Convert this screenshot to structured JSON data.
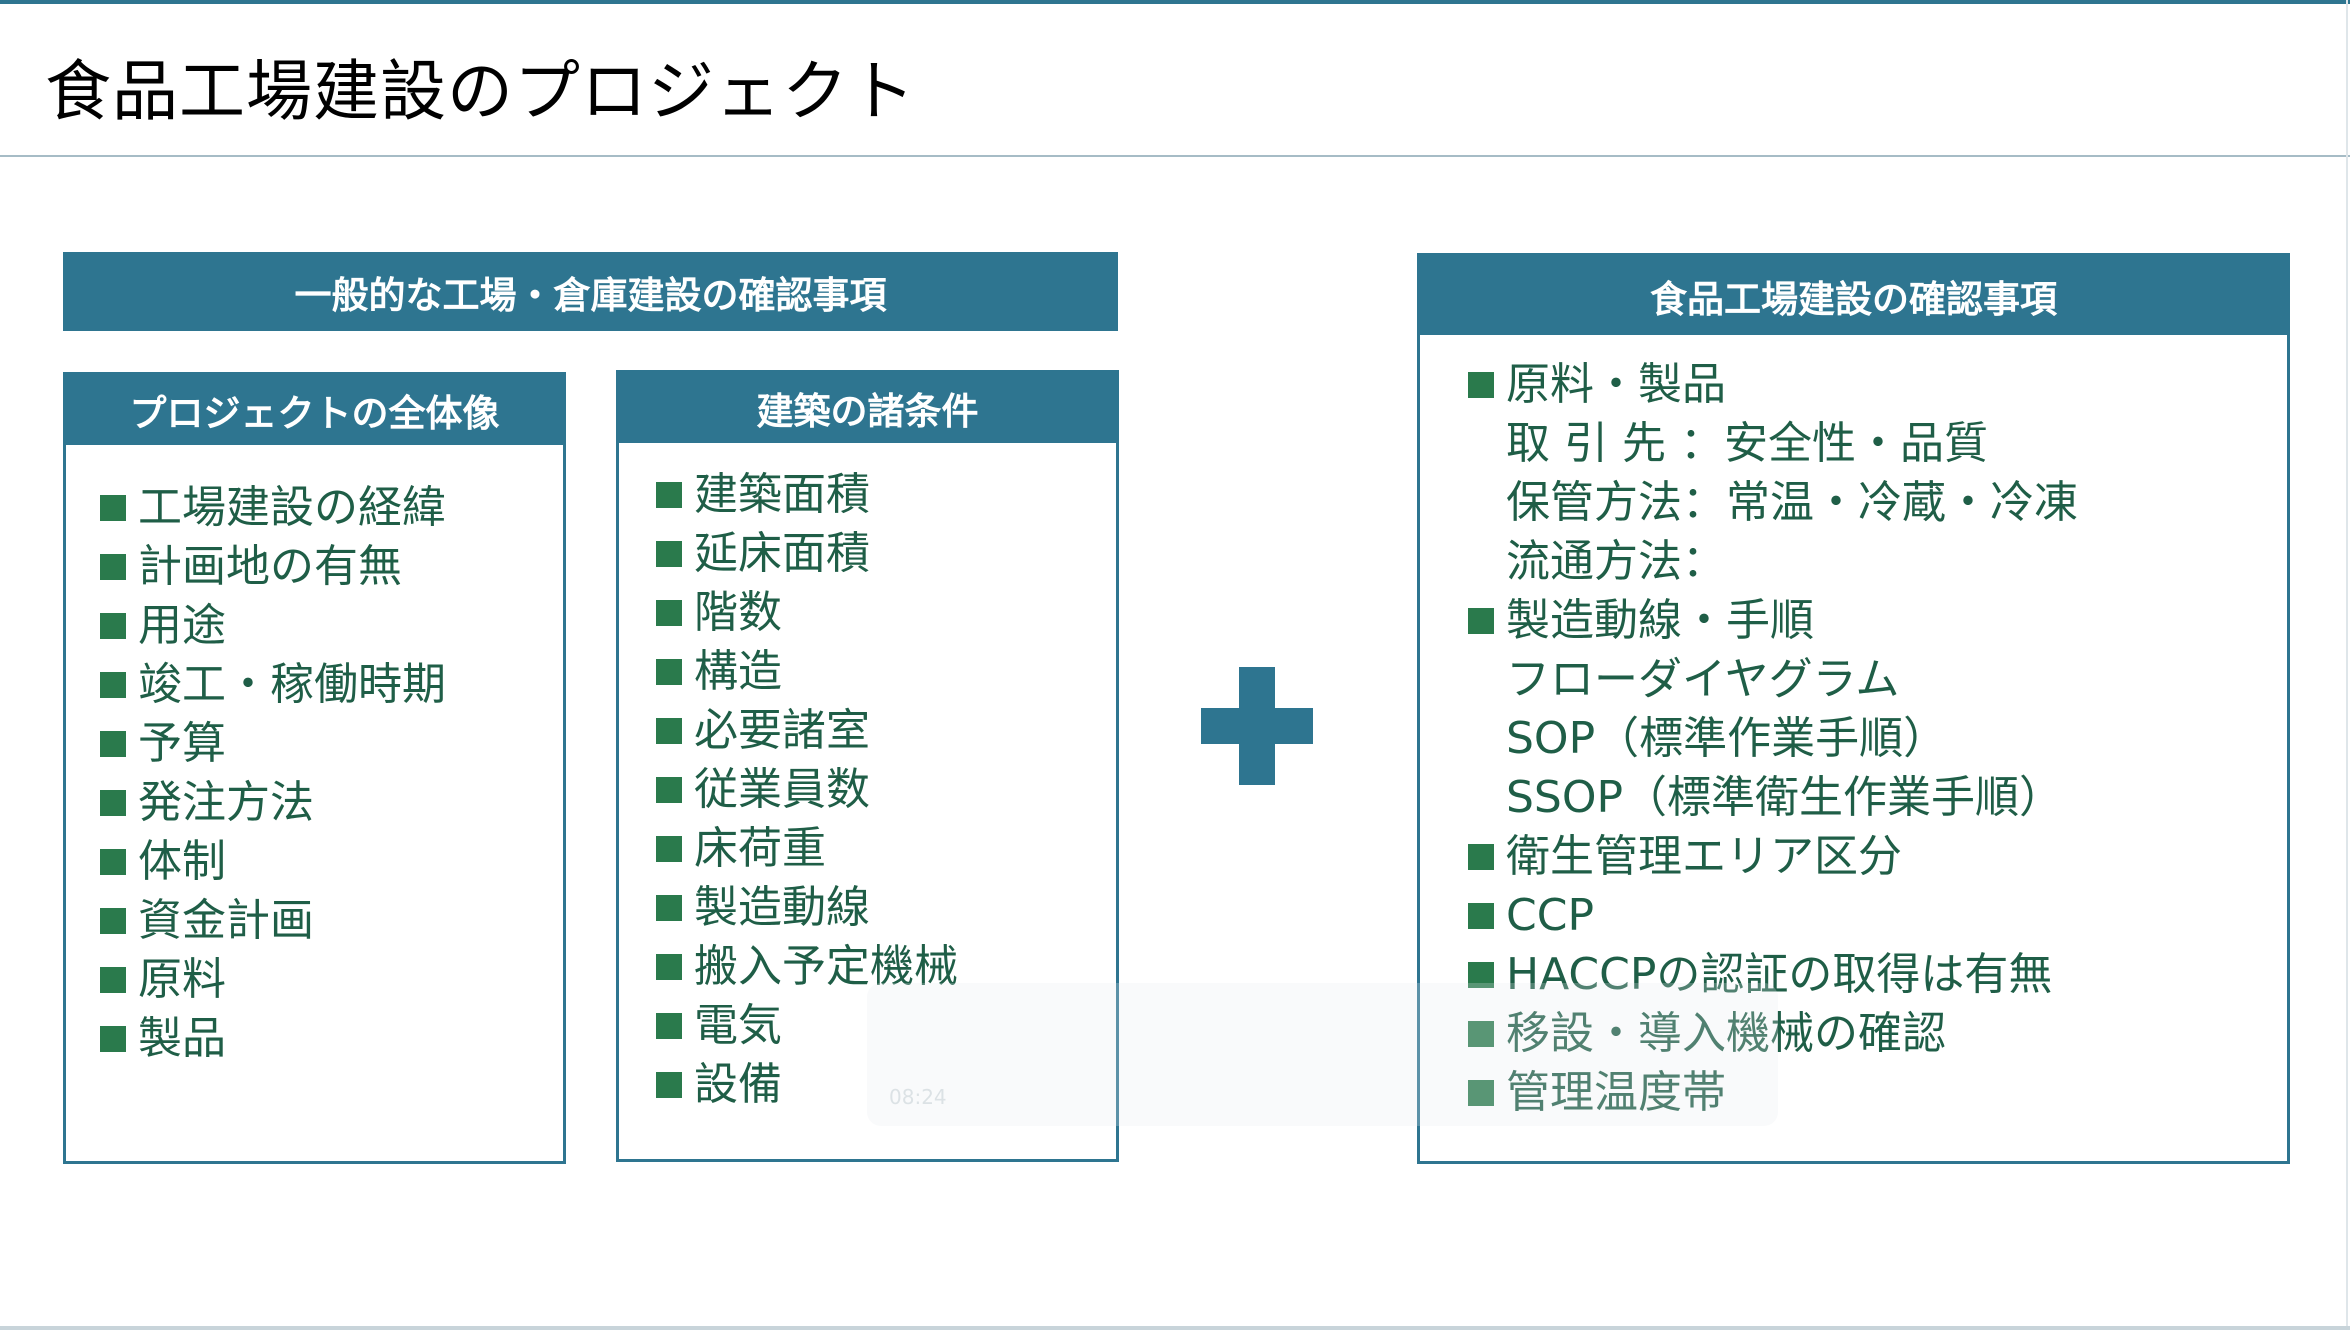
{
  "title": "食品工場建設のプロジェクト",
  "general_header": "一般的な工場・倉庫建設の確認事項",
  "overview": {
    "header": "プロジェクトの全体像",
    "items": [
      "工場建設の経緯",
      "計画地の有無",
      "用途",
      "竣工・稼働時期",
      "予算",
      "発注方法",
      "体制",
      "資金計画",
      "原料",
      "製品"
    ]
  },
  "building": {
    "header": "建築の諸条件",
    "items": [
      "建築面積",
      "延床面積",
      "階数",
      "構造",
      "必要諸室",
      "従業員数",
      "床荷重",
      "製造動線",
      "搬入予定機械",
      "電気",
      "設備"
    ]
  },
  "food": {
    "header": "食品工場建設の確認事項",
    "items": [
      {
        "text": "原料・製品",
        "bullet": true
      },
      {
        "text": "取 引 先 ：安全性・品質",
        "bullet": false
      },
      {
        "text": "保管方法：常温・冷蔵・冷凍",
        "bullet": false
      },
      {
        "text": "流通方法：",
        "bullet": false
      },
      {
        "text": "製造動線・手順",
        "bullet": true
      },
      {
        "text": "フローダイヤグラム",
        "bullet": false
      },
      {
        "text": "SOP（標準作業手順）",
        "bullet": false
      },
      {
        "text": "SSOP（標準衛生作業手順）",
        "bullet": false
      },
      {
        "text": "衛生管理エリア区分",
        "bullet": true
      },
      {
        "text": "CCP",
        "bullet": true
      },
      {
        "text": "HACCPの認証の取得は有無",
        "bullet": true
      },
      {
        "text": "移設・導入機械の確認",
        "bullet": true
      },
      {
        "text": "管理温度帯",
        "bullet": true
      }
    ]
  },
  "video": {
    "time": "08:24"
  },
  "colors": {
    "accent": "#2e7590",
    "bullet": "#2a7a4c",
    "text": "#1f5e47"
  }
}
